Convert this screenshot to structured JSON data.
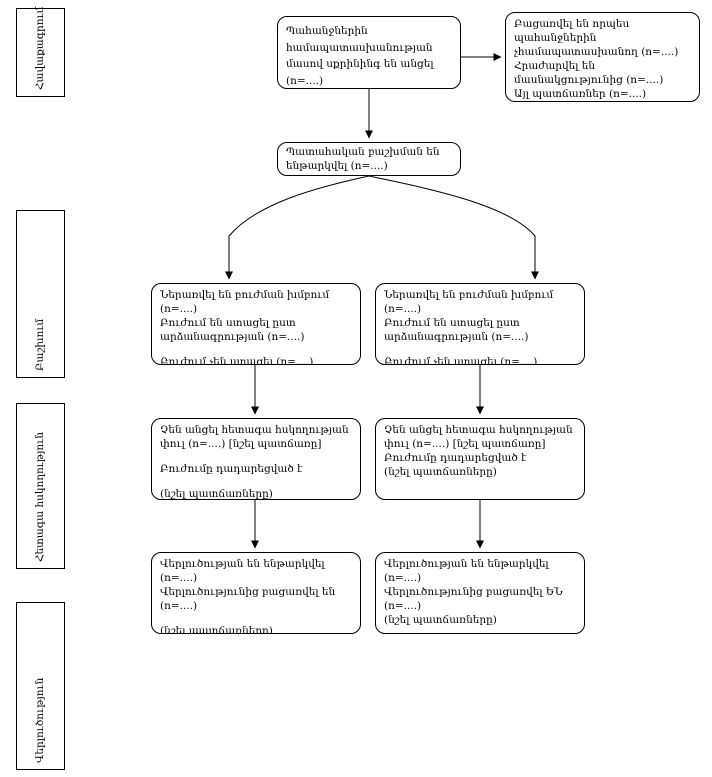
{
  "stages": [
    {
      "label": "Հավաքագրում"
    },
    {
      "label": "Բաշխում"
    },
    {
      "label": "Հետագա հսկողություն"
    },
    {
      "label": "Վերլուծություն"
    }
  ],
  "boxes": {
    "screening": {
      "p1": "Պահանջներին համապատասխանության մասով սքրինինգ են անցել (n=....)"
    },
    "excluded": {
      "p1": "Բացառվել են որպես պահանջներին չհամապատասխանող (n=....)",
      "p2": "Հրաժարվել են մասնակցությունից (n=....)",
      "p3": "Այլ պատճառներ (n=....)"
    },
    "randomized": {
      "p1": "Պատահական բաշխման են ենթարկվել (n=....)"
    },
    "allocation_left": {
      "p1": "Ներառվել են բուժման խմբում (n=....)",
      "p2": "Բուժում են ստացել ըստ արձանագրության (n=....)",
      "p3": "Բուժում չեն ստացել (n=....)"
    },
    "allocation_right": {
      "p1": "Ներառվել են բուժման խմբում (n=....)",
      "p2": "Բուժում են ստացել ըստ արձանագրության (n=....)",
      "p3": "Բուժում չեն ստացել (n=....)"
    },
    "followup_left": {
      "p1": "Չեն անցել հետագա հսկողության փուլ (n=....) [նշել պատճառը]",
      "p2": "Բուժումը դադարեցված է",
      "p3": "(նշել պատճառները)"
    },
    "followup_right": {
      "p1": "Չեն անցել հետագա հսկողության փուլ (n=....) [նշել պատճառը]",
      "p2": "Բուժումը դադարեցված է",
      "p3": "(նշել պատճառները)"
    },
    "analysis_left": {
      "p1": "Վերլուծության են ենթարկվել (n=....)",
      "p2": "Վերլուծությունից բացառվել են (n=....)",
      "p3": "(նշել պատճառները)"
    },
    "analysis_right": {
      "p1": "Վերլուծության են ենթարկվել (n=....)",
      "p2": "Վերլուծությունից բացառվել ԵՆ (n=....)",
      "p3": "(նշել պատճառները)"
    }
  },
  "colors": {
    "line": "#000000",
    "background": "#ffffff",
    "text": "#000000"
  }
}
